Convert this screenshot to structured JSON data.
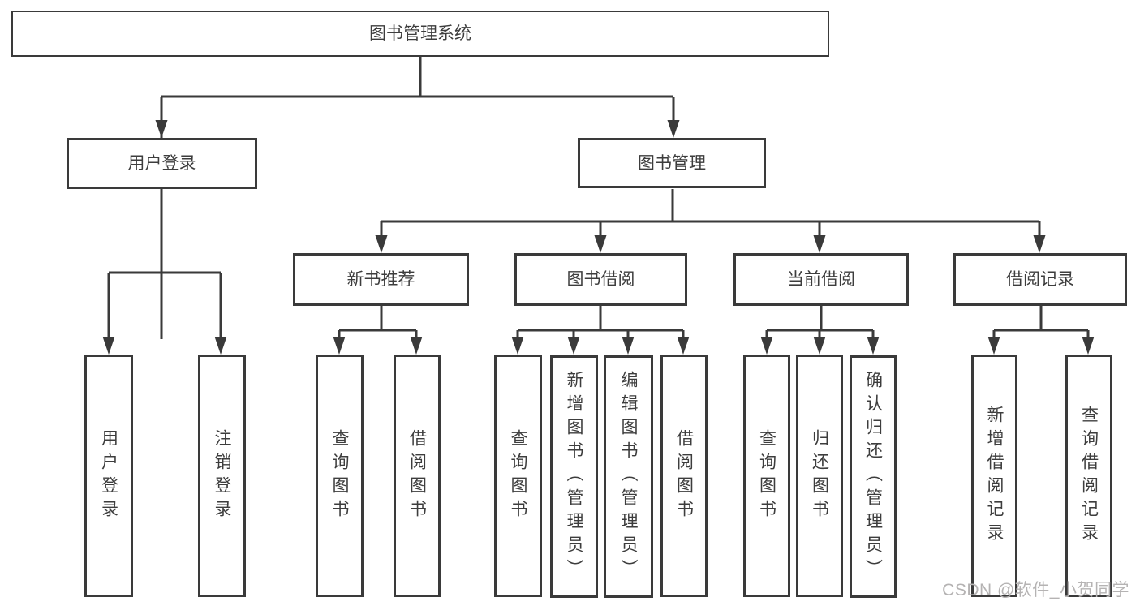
{
  "diagram": {
    "title": "图书管理系统",
    "root": {
      "label": "图书管理系统"
    },
    "level1": [
      {
        "label": "用户登录"
      },
      {
        "label": "图书管理"
      }
    ],
    "level2": [
      {
        "label": "新书推荐"
      },
      {
        "label": "图书借阅"
      },
      {
        "label": "当前借阅"
      },
      {
        "label": "借阅记录"
      }
    ],
    "leaves": {
      "user_login_children": [
        "用户登录",
        "注销登录"
      ],
      "new_book_children": [
        "查询图书",
        "借阅图书"
      ],
      "book_borrow_children": [
        "查询图书",
        "新增图书（管理员）",
        "编辑图书（管理员）",
        "借阅图书"
      ],
      "current_borrow_children": [
        "查询图书",
        "归还图书",
        "确认归还（管理员）"
      ],
      "borrow_record_children": [
        "新增借阅记录",
        "查询借阅记录"
      ]
    },
    "line_color": "#3a3a3a",
    "watermark": "CSDN @软件_小贺同学"
  }
}
